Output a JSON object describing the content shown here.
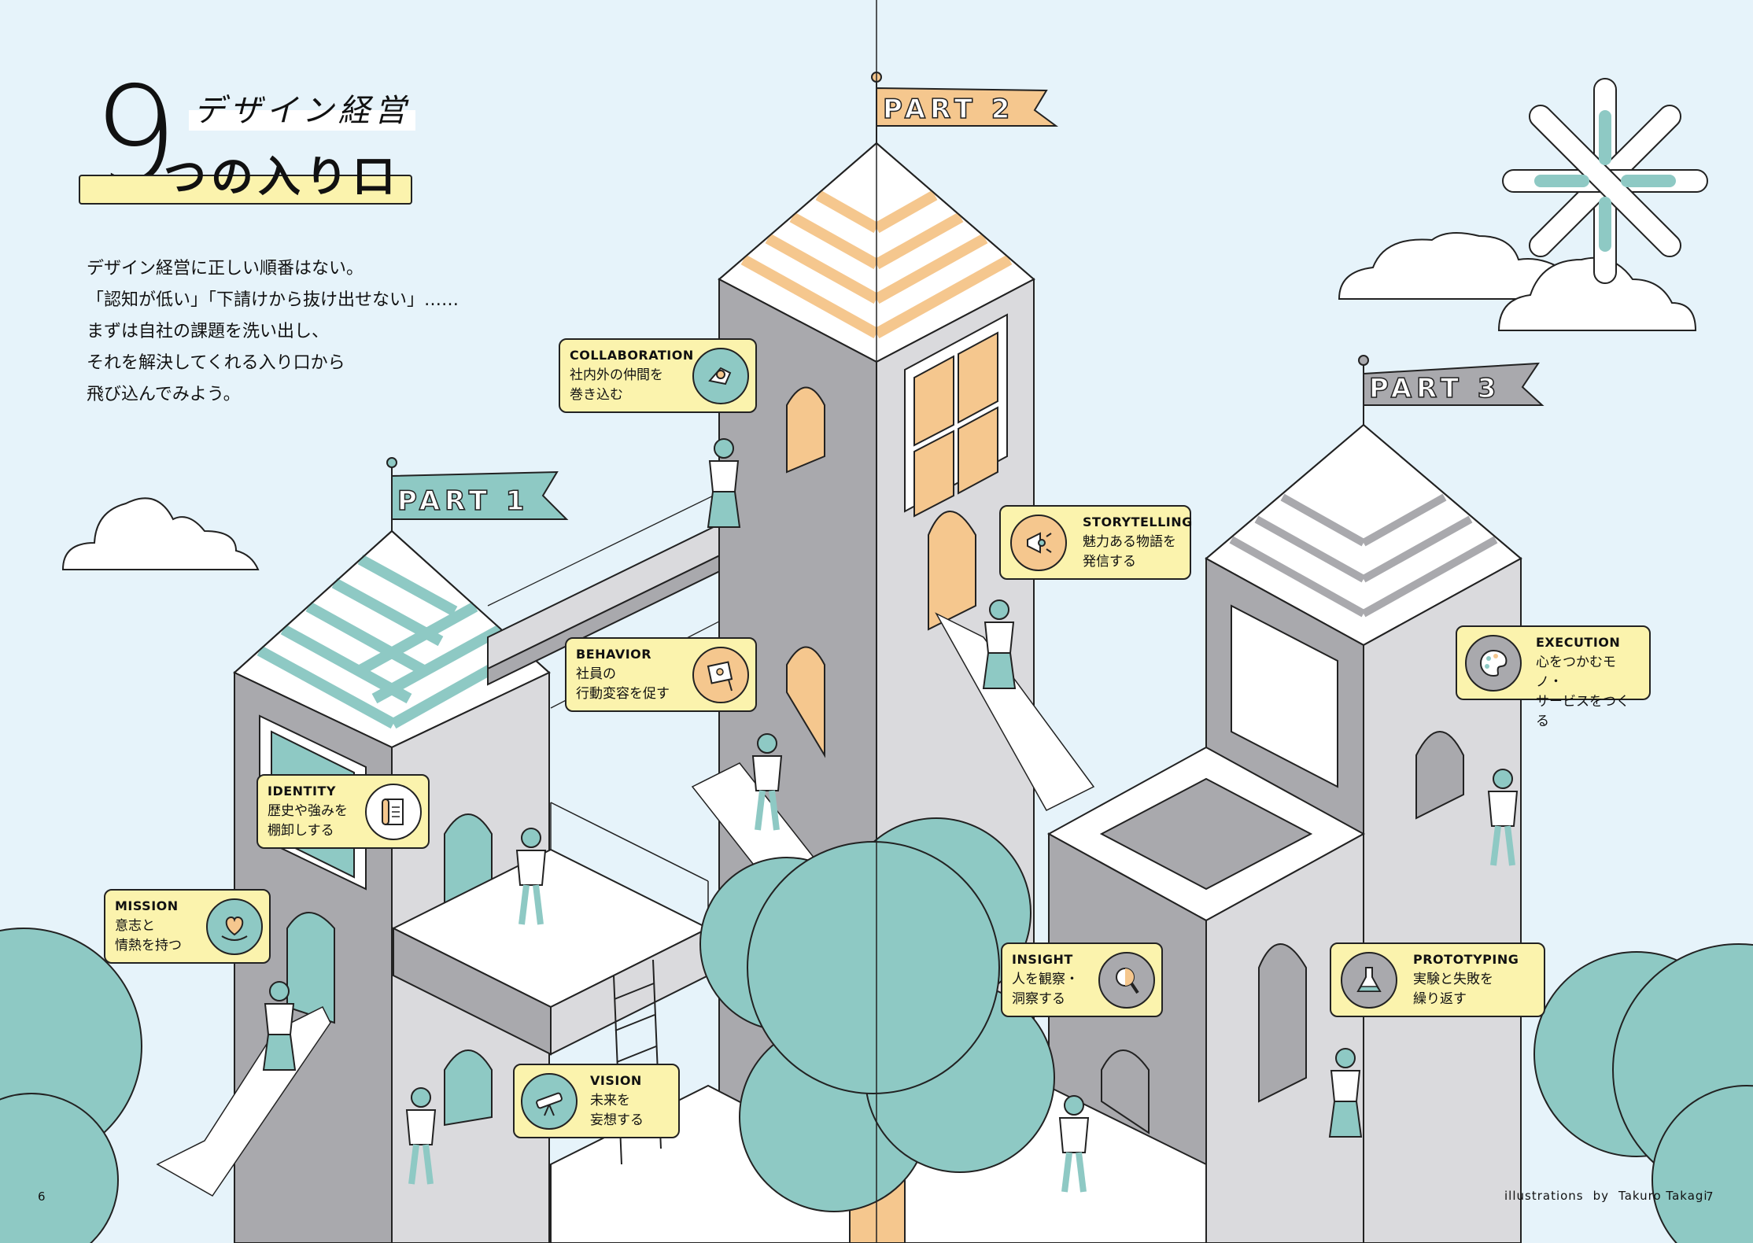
{
  "heading": {
    "kicker": "デザイン経営",
    "number": "9",
    "title": "つの入り口"
  },
  "lead_lines": [
    "デザイン経営に正しい順番はない。",
    "「認知が低い」「下請けから抜け出せない」……",
    "まずは自社の課題を洗い出し、",
    "それを解決してくれる入り口から",
    "飛び込んでみよう。"
  ],
  "flags": {
    "part1": "PART 1",
    "part2": "PART 2",
    "part3": "PART 3"
  },
  "entries": {
    "collaboration": {
      "en": "COLLABORATION",
      "jp1": "社内外の仲間を",
      "jp2": "巻き込む",
      "icon": "handshake-icon"
    },
    "behavior": {
      "en": "BEHAVIOR",
      "jp1": "社員の",
      "jp2": "行動変容を促す",
      "icon": "flag-in-hand-icon"
    },
    "identity": {
      "en": "IDENTITY",
      "jp1": "歴史や強みを",
      "jp2": "棚卸しする",
      "icon": "scroll-icon"
    },
    "mission": {
      "en": "MISSION",
      "jp1": "意志と",
      "jp2": "情熱を持つ",
      "icon": "heart-in-hands-icon"
    },
    "vision": {
      "en": "VISION",
      "jp1": "未来を",
      "jp2": "妄想する",
      "icon": "telescope-icon"
    },
    "storytelling": {
      "en": "STORYTELLING",
      "jp1": "魅力ある物語を",
      "jp2": "発信する",
      "icon": "megaphone-icon"
    },
    "insight": {
      "en": "INSIGHT",
      "jp1": "人を観察・",
      "jp2": "洞察する",
      "icon": "magnifier-icon"
    },
    "execution": {
      "en": "EXECUTION",
      "jp1": "心をつかむモノ・",
      "jp2": "サービスをつくる",
      "icon": "palette-icon"
    },
    "prototyping": {
      "en": "PROTOTYPING",
      "jp1": "実験と失敗を",
      "jp2": "繰り返す",
      "icon": "flask-icon"
    }
  },
  "footer": {
    "page_left": "6",
    "page_right": "7",
    "credit_prefix": "illustrations",
    "credit_by": "by",
    "credit_name": "Takuro Takagi"
  },
  "colors": {
    "sky": "#e6f3fa",
    "teal": "#8ec9c4",
    "gray": "#a9a9ad",
    "light_gray": "#dadadd",
    "peach": "#f5c78e",
    "label_yellow": "#fbf3ad",
    "line": "#222222"
  }
}
